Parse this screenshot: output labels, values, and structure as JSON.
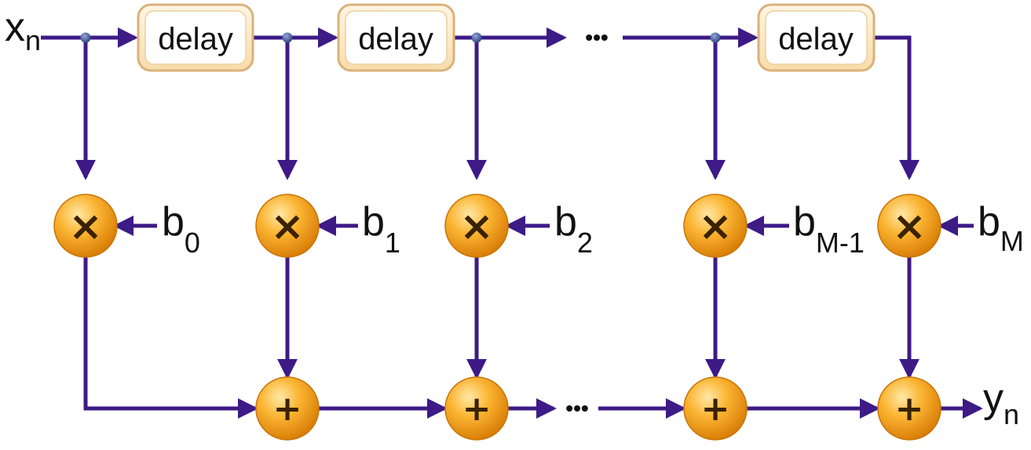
{
  "input_label": {
    "base": "x",
    "sub": "n"
  },
  "output_label": {
    "base": "y",
    "sub": "n"
  },
  "delay_label": "delay",
  "ellipsis": "•••",
  "multiply_symbol": "×",
  "add_symbol": "+",
  "coefficients": [
    {
      "base": "b",
      "sub": "0"
    },
    {
      "base": "b",
      "sub": "1"
    },
    {
      "base": "b",
      "sub": "2"
    },
    {
      "base": "b",
      "sub": "M-1"
    },
    {
      "base": "b",
      "sub": "M"
    }
  ],
  "colors": {
    "wire": "#3d1a86",
    "node_fill": "#f5a623",
    "delay_fill": "#fdeac7",
    "delay_border": "#d9b27a"
  }
}
